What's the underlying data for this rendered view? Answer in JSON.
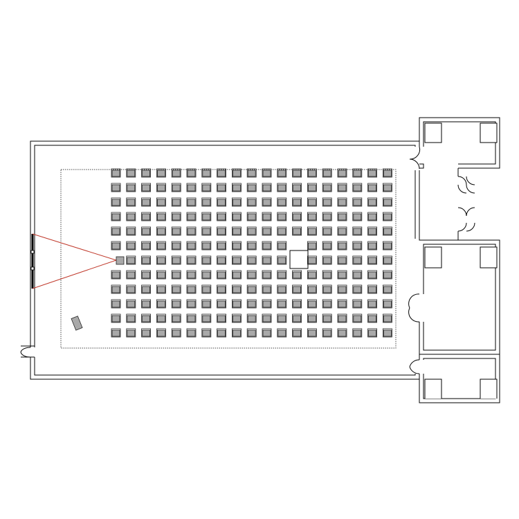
{
  "colors": {
    "background": "#ffffff",
    "wall": "#000000",
    "seat_fill": "#a9a9a9",
    "projection_line": "#c0392b",
    "seating_boundary": "#444444"
  },
  "seating": {
    "columns": 19,
    "rows": 12,
    "missing": [
      {
        "row": 5,
        "col": 12
      },
      {
        "row": 6,
        "col": 0
      },
      {
        "row": 6,
        "col": 12
      }
    ]
  },
  "icons": {
    "projector": "projector-icon",
    "projection_beam": "projection-beam-icon",
    "screen": "screen-icon",
    "desk": "desk-icon",
    "pillar": "pillar-icon",
    "door": "door-swing-icon"
  }
}
